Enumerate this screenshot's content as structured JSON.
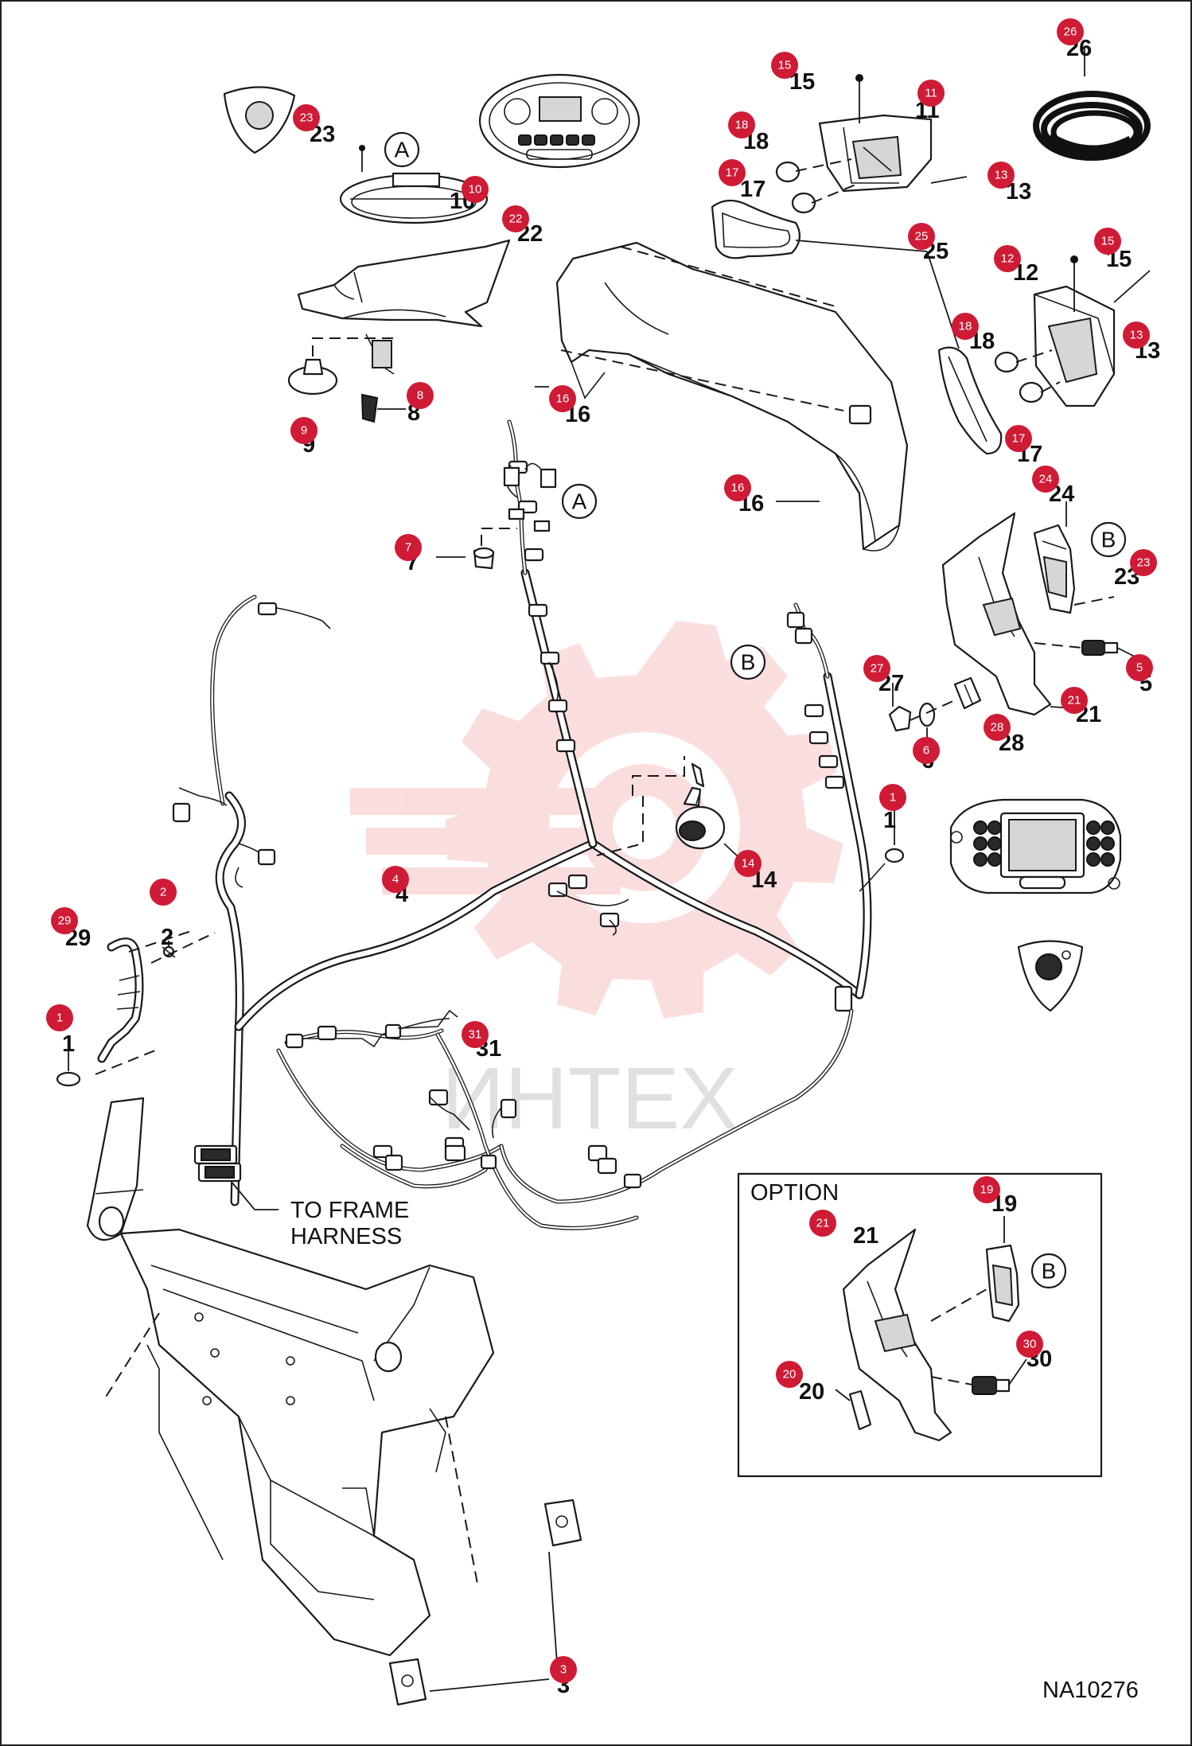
{
  "drawing": {
    "code": "NA10276",
    "option_label": "OPTION",
    "frame_harness_line1": "TO FRAME",
    "frame_harness_line2": "HARNESS",
    "watermark": "ИНТЕХ"
  },
  "refs": {
    "a": "A",
    "b": "B"
  },
  "parts": {
    "p1": "1",
    "p2": "2",
    "p3": "3",
    "p4": "4",
    "p5": "5",
    "p6": "6",
    "p7": "7",
    "p8": "8",
    "p9": "9",
    "p10": "10",
    "p11": "11",
    "p12": "12",
    "p13": "13",
    "p14": "14",
    "p15": "15",
    "p16": "16",
    "p17": "17",
    "p18": "18",
    "p19": "19",
    "p20": "20",
    "p21": "21",
    "p22": "22",
    "p23": "23",
    "p24": "24",
    "p25": "25",
    "p26": "26",
    "p27": "27",
    "p28": "28",
    "p29": "29",
    "p30": "30",
    "p31": "31"
  },
  "colors": {
    "hotspot": "#cf1b35",
    "watermark": "#f2b8b8",
    "line": "#1a1a1a"
  }
}
